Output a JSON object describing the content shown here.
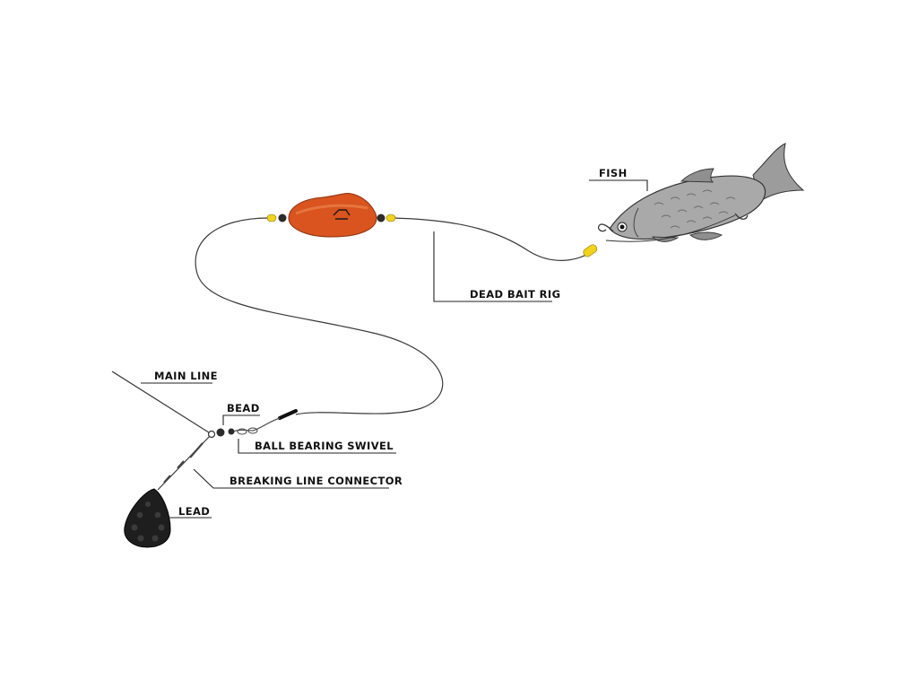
{
  "labels": {
    "fish": "FISH",
    "dead_bait_rig": "DEAD BAIT RIG",
    "main_line": "MAIN LINE",
    "bead": "BEAD",
    "ball_bearing_swivel": "BALL BEARING SWIVEL",
    "breaking_line_connector": "BREAKING LINE CONNECTOR",
    "lead": "LEAD"
  },
  "colors": {
    "float": "#d9541e",
    "bead_yellow": "#f2d21b",
    "bead_dark": "#2b2b2b",
    "lead": "#1e1e1e",
    "fish_body": "#a9a9a9"
  },
  "icons": [
    "float-icon",
    "fish-icon",
    "lead-weight-icon",
    "swivel-icon",
    "hook-icon"
  ]
}
